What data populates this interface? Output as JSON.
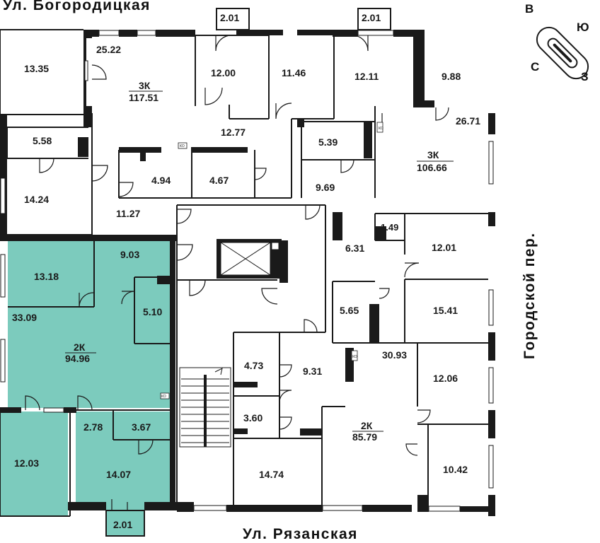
{
  "streets": {
    "top": "Ул. Богородицкая",
    "bottom": "Ул. Рязанская",
    "right": "Городской пер."
  },
  "compass": {
    "letters": [
      "В",
      "Ю",
      "С",
      "З"
    ]
  },
  "colors": {
    "highlight": "#7ccbbd",
    "wall": "#1a1a1a",
    "background": "#ffffff"
  },
  "ko_label": "КО",
  "apartments": [
    {
      "type": "3К",
      "area": "117.51"
    },
    {
      "type": "3К",
      "area": "106.66"
    },
    {
      "type": "2К",
      "area": "94.96",
      "highlighted": true
    },
    {
      "type": "2К",
      "area": "85.79"
    }
  ],
  "rooms": {
    "r1335": "13.35",
    "r2522": "25.22",
    "r201a": "2.01",
    "r1200": "12.00",
    "r1146": "11.46",
    "r201b": "2.01",
    "r1211": "12.11",
    "r988": "9.88",
    "r2671": "26.71",
    "r558": "5.58",
    "r1277": "12.77",
    "r539": "5.39",
    "r494": "4.94",
    "r467": "4.67",
    "r1424": "14.24",
    "r969": "9.69",
    "r1127": "11.27",
    "r149": "1.49",
    "r1201": "12.01",
    "r631": "6.31",
    "r903": "9.03",
    "r1318": "13.18",
    "r510": "5.10",
    "r565": "5.65",
    "r1541": "15.41",
    "r3309": "33.09",
    "r3093": "30.93",
    "r473": "4.73",
    "r931": "9.31",
    "r1206": "12.06",
    "r360": "3.60",
    "r278": "2.78",
    "r367": "3.67",
    "r1203": "12.03",
    "r1407": "14.07",
    "r1474": "14.74",
    "r1042": "10.42",
    "r201c": "2.01"
  }
}
